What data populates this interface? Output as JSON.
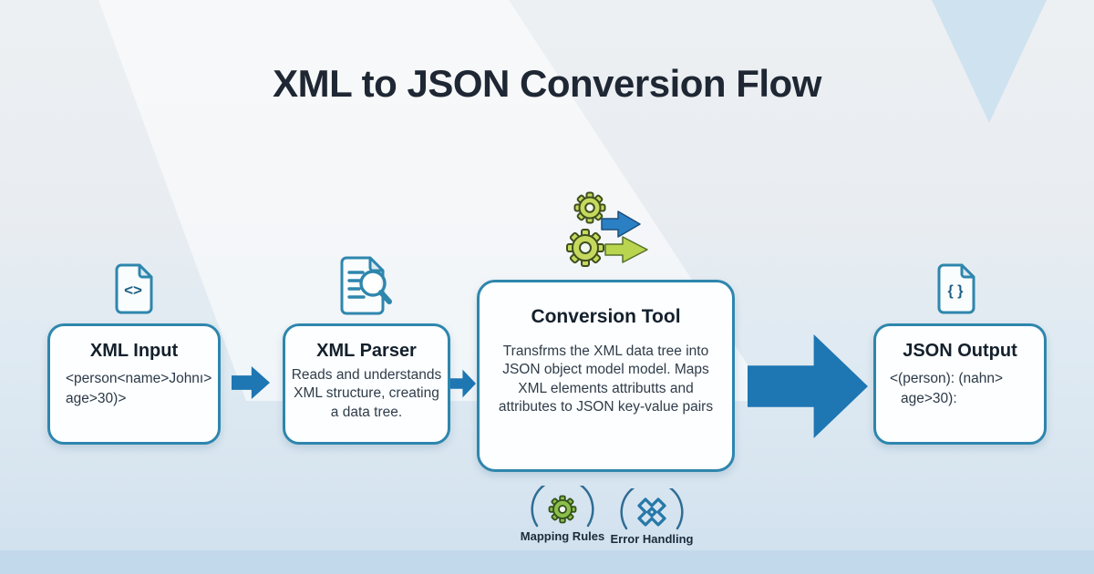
{
  "title": "XML to JSON Conversion Flow",
  "nodes": {
    "input": {
      "title": "XML Input",
      "lines": [
        "<person<name>Johnı>",
        "age>30)>"
      ],
      "icon": "code-file-icon",
      "icon_glyph": "<>"
    },
    "parser": {
      "title": "XML Parser",
      "body": "Reads and understands XML structure, creating a data tree.",
      "icon": "document-search-icon"
    },
    "converter": {
      "title": "Conversion Tool",
      "body": "Transfrms the XML data tree into JSON object model model. Maps XML elements attributts and attributes to JSON key-value pairs",
      "icon": "gears-transform-icon"
    },
    "output": {
      "title": "JSON Output",
      "lines": [
        "<(person): (nahn>",
        "age>30):"
      ],
      "icon": "json-braces-icon",
      "icon_glyph": "{ }"
    }
  },
  "badges": {
    "mapping": {
      "label": "Mapping Rules",
      "icon": "gear-icon"
    },
    "error": {
      "label": "Error Handling",
      "icon": "error-cross-icon"
    }
  },
  "colors": {
    "arrow_blue": "#1e76b2",
    "border_teal": "#2e86ad",
    "gear_green": "#c6d95e",
    "badge_gear_green": "#8cbf4a",
    "arrow_green": "#b9d44e",
    "title_text": "#1e2733"
  }
}
